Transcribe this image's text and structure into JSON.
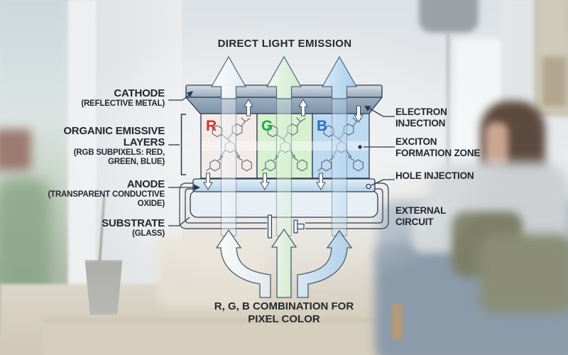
{
  "title": "DIRECT LIGHT EMISSION",
  "caption": "R, G, B COMBINATION FOR PIXEL COLOR",
  "labels_left": {
    "cathode": {
      "main": "CATHODE",
      "sub": "(REFLECTIVE METAL)"
    },
    "organic": {
      "main": "ORGANIC EMISSIVE LAYERS",
      "sub": "(RGB SUBPIXELS: RED, GREEN, BLUE)"
    },
    "anode": {
      "main": "ANODE",
      "sub": "(TRANSPARENT CONDUCTIVE OXIDE)"
    },
    "substrate": {
      "main": "SUBSTRATE",
      "sub": "(GLASS)"
    }
  },
  "labels_right": {
    "electron_injection": "ELECTRON INJECTION",
    "exciton_zone": "EXCITON FORMATION ZONE",
    "hole_injection": "HOLE INJECTION",
    "external_circuit": "EXTERNAL CIRCUIT"
  },
  "subpixels": [
    {
      "letter": "R",
      "letter_color": "#cf332a",
      "fill": "#f3ebe8"
    },
    {
      "letter": "G",
      "letter_color": "#1ea94d",
      "fill": "#d7f0cf"
    },
    {
      "letter": "B",
      "letter_color": "#2d6fc4",
      "fill": "#bedaf1"
    }
  ],
  "colors": {
    "diagram_line": "#2c3a4e",
    "emission_white": "#f7fbfd",
    "emission_green": "#def4e0",
    "emission_blue": "#bcdcf2",
    "cathode_gray": "#9fb0c0",
    "anode_blue": "#cde2f0",
    "substrate_glass": "#e7f0f6",
    "text": "#23272d"
  }
}
